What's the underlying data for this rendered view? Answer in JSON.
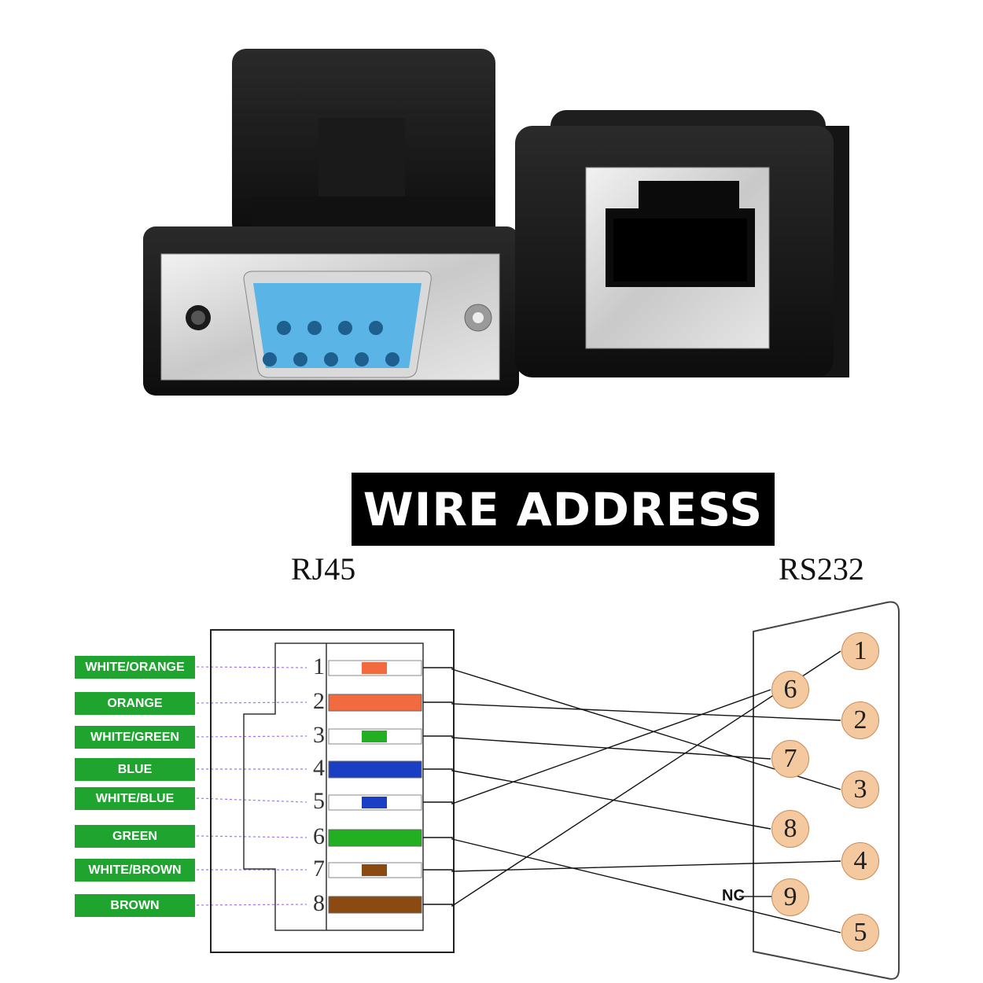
{
  "title": "WIRE ADDRESS",
  "rj45_label": "RJ45",
  "rs232_label": "RS232",
  "nc_label": "NC",
  "rj45_pins": [
    {
      "pin": "1",
      "name": "WHITE/ORANGE",
      "color": "#f26a3f",
      "striped": true
    },
    {
      "pin": "2",
      "name": "ORANGE",
      "color": "#f26a3f",
      "striped": false
    },
    {
      "pin": "3",
      "name": "WHITE/GREEN",
      "color": "#22b022",
      "striped": true
    },
    {
      "pin": "4",
      "name": "BLUE",
      "color": "#1a3fc4",
      "striped": false
    },
    {
      "pin": "5",
      "name": "WHITE/BLUE",
      "color": "#1a3fc4",
      "striped": true
    },
    {
      "pin": "6",
      "name": "GREEN",
      "color": "#22b022",
      "striped": false
    },
    {
      "pin": "7",
      "name": "WHITE/BROWN",
      "color": "#8a4a12",
      "striped": true
    },
    {
      "pin": "8",
      "name": "BROWN",
      "color": "#8a4a12",
      "striped": false
    }
  ],
  "rs232_pins": [
    "1",
    "6",
    "2",
    "7",
    "3",
    "8",
    "4",
    "9",
    "5"
  ],
  "connections": [
    {
      "rj45": "1",
      "rs232": "3"
    },
    {
      "rj45": "2",
      "rs232": "2"
    },
    {
      "rj45": "3",
      "rs232": "7"
    },
    {
      "rj45": "4",
      "rs232": "8"
    },
    {
      "rj45": "5",
      "rs232": "6"
    },
    {
      "rj45": "6",
      "rs232": "5"
    },
    {
      "rj45": "7",
      "rs232": "4"
    },
    {
      "rj45": "8",
      "rs232": "1"
    }
  ],
  "tag_color": "#1fa52f",
  "rs232_pin_color": "#f5c9a0",
  "db9_face_color": "#5ab4e6"
}
